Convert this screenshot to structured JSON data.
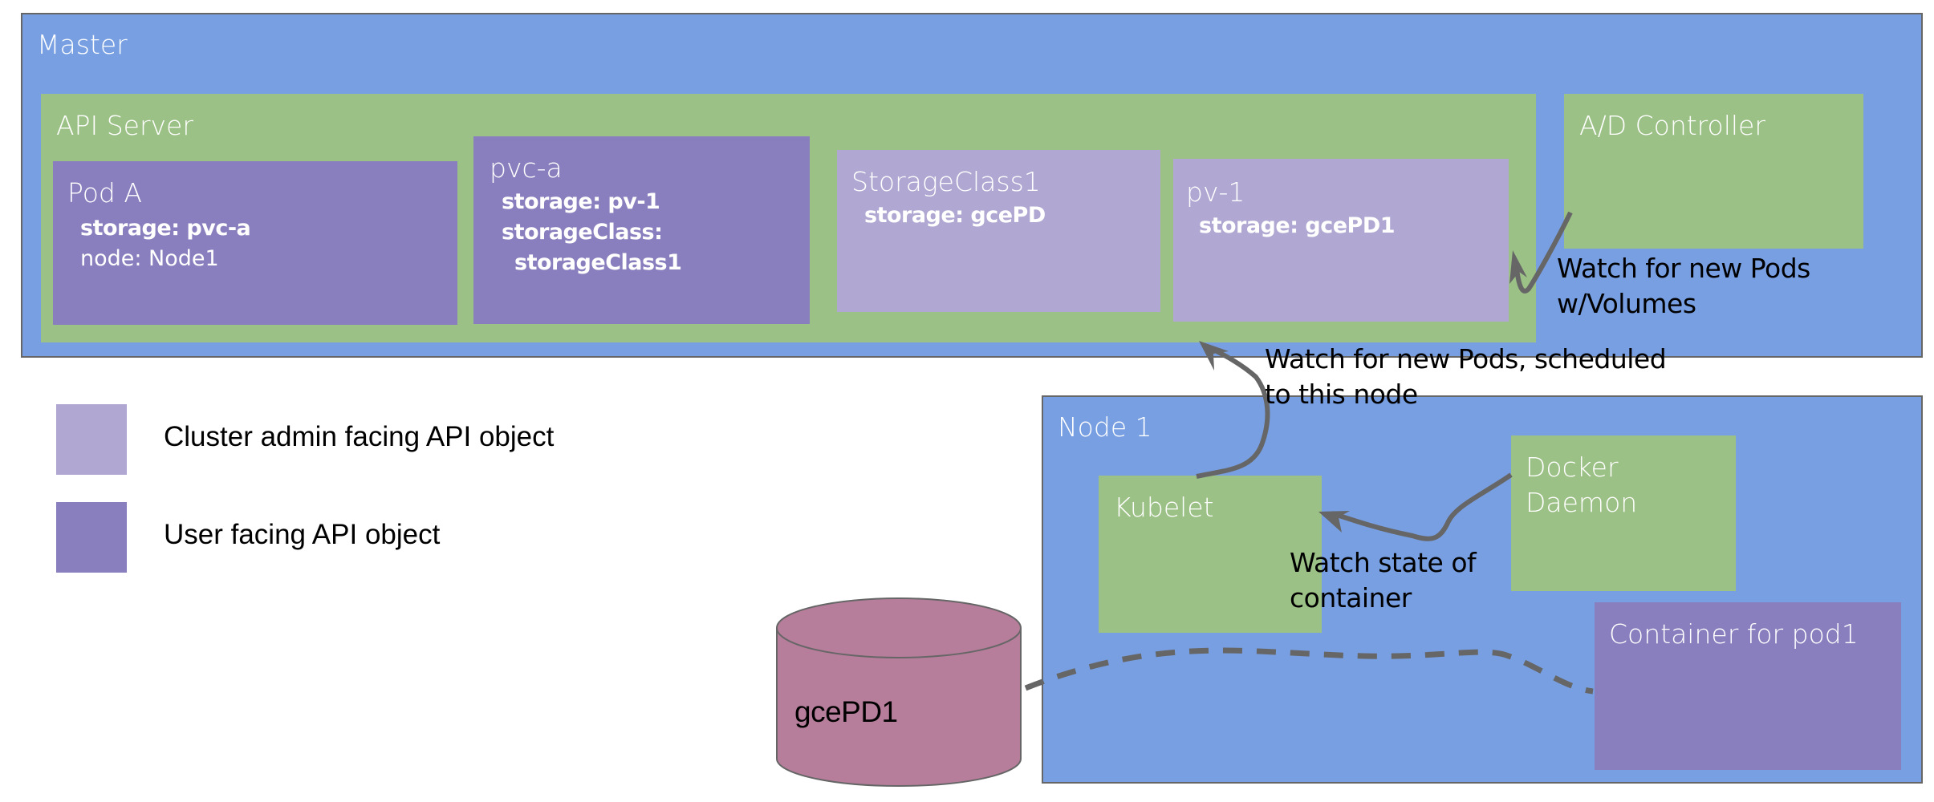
{
  "colors": {
    "node_blue": "#779FE2",
    "component_green": "#9CC186",
    "user_object_purple": "#8A7FBE",
    "admin_object_lavender": "#B0A8D2",
    "disk_mauve": "#B77E9C",
    "arrow_gray": "#666666"
  },
  "master": {
    "title": "Master",
    "api_server": {
      "title": "API Server",
      "pod_a": {
        "title": "Pod A",
        "storage": "storage: pvc-a",
        "node": "node: Node1"
      },
      "pvc_a": {
        "title": "pvc-a",
        "storage": "storage: pv-1",
        "storage_class_key": "storageClass:",
        "storage_class_value": "storageClass1"
      },
      "storage_class1": {
        "title": "StorageClass1",
        "storage": "storage: gcePD"
      },
      "pv_1": {
        "title": "pv-1",
        "storage": "storage: gcePD1"
      }
    },
    "ad_controller": {
      "title": "A/D Controller"
    }
  },
  "node1": {
    "title": "Node 1",
    "kubelet": {
      "title": "Kubelet"
    },
    "docker": {
      "line1": "Docker",
      "line2": "Daemon"
    },
    "container": {
      "title": "Container for pod1"
    }
  },
  "disk": {
    "label": "gcePD1"
  },
  "annotations": {
    "ad_watch_line1": "Watch for new Pods",
    "ad_watch_line2": "w/Volumes",
    "kubelet_watch_line1": "Watch for new Pods, scheduled",
    "kubelet_watch_line2": "to this node",
    "docker_watch_line1": "Watch state of",
    "docker_watch_line2": "container"
  },
  "legend": [
    {
      "label": "Cluster admin facing API object",
      "color": "#B0A8D2"
    },
    {
      "label": "User facing API object",
      "color": "#8A7FBE"
    }
  ]
}
